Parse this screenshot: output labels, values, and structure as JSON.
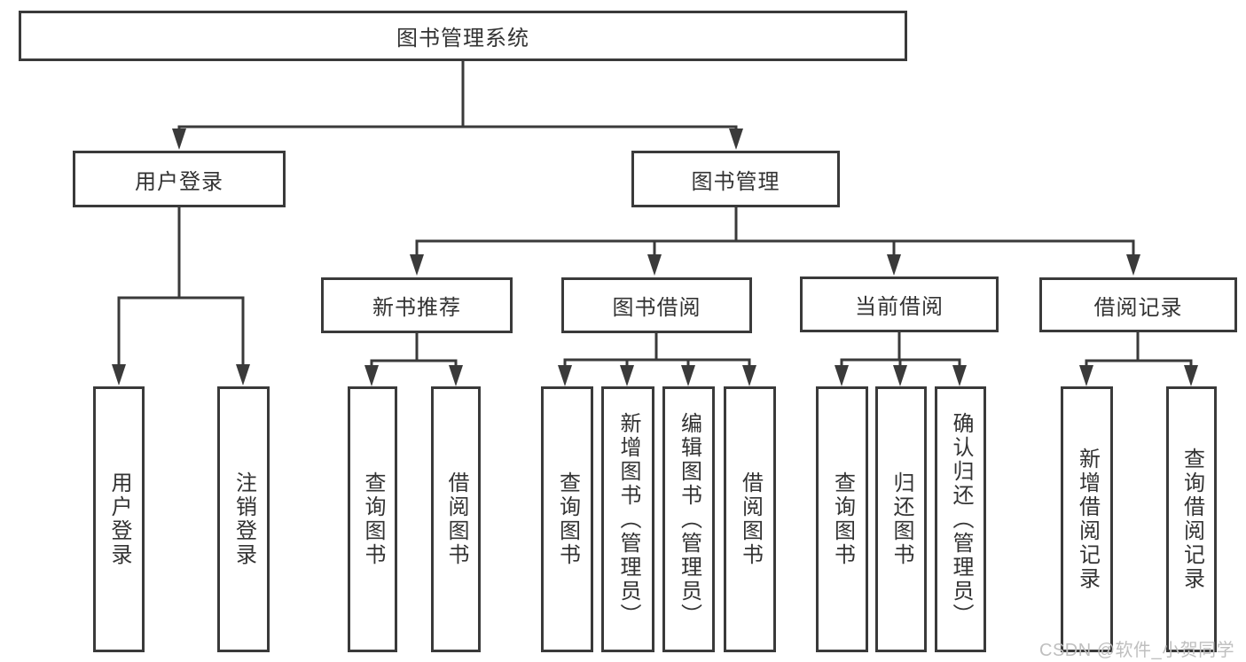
{
  "colors": {
    "background": "#ffffff",
    "border": "#3a3a3a",
    "text": "#333333",
    "watermark": "#bfbfbf"
  },
  "diagram": {
    "type": "hierarchy-tree",
    "title": "图书管理系统",
    "children": [
      {
        "label": "用户登录",
        "children": [
          {
            "label": "用户登录"
          },
          {
            "label": "注销登录"
          }
        ]
      },
      {
        "label": "图书管理",
        "children": [
          {
            "label": "新书推荐",
            "children": [
              {
                "label": "查询图书"
              },
              {
                "label": "借阅图书"
              }
            ]
          },
          {
            "label": "图书借阅",
            "children": [
              {
                "label": "查询图书"
              },
              {
                "label": "新增图书（管理员）"
              },
              {
                "label": "编辑图书（管理员）"
              },
              {
                "label": "借阅图书"
              }
            ]
          },
          {
            "label": "当前借阅",
            "children": [
              {
                "label": "查询图书"
              },
              {
                "label": "归还图书"
              },
              {
                "label": "确认归还（管理员）"
              }
            ]
          },
          {
            "label": "借阅记录",
            "children": [
              {
                "label": "新增借阅记录"
              },
              {
                "label": "查询借阅记录"
              }
            ]
          }
        ]
      }
    ]
  },
  "watermark": {
    "text": "CSDN @软件_小贺同学"
  }
}
